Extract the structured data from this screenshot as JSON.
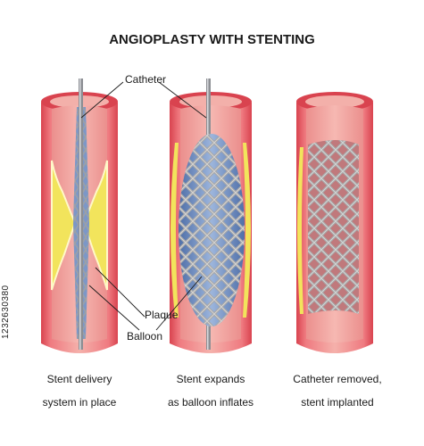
{
  "title": "ANGIOPLASTY WITH STENTING",
  "labels": {
    "catheter": "Catheter",
    "plaque": "Plaque",
    "balloon": "Balloon"
  },
  "captions": [
    {
      "line1": "Stent delivery",
      "line2": "system in place"
    },
    {
      "line1": "Stent expands",
      "line2": "as balloon inflates"
    },
    {
      "line1": "Catheter removed,",
      "line2": "stent implanted"
    }
  ],
  "stock_id": "1232630380",
  "colors": {
    "vessel_wall": "#e8606a",
    "lumen": "#f2a6a2",
    "plaque": "#f2e25a",
    "balloon": "#6f8fc4",
    "stent": "#9a9a9a"
  }
}
